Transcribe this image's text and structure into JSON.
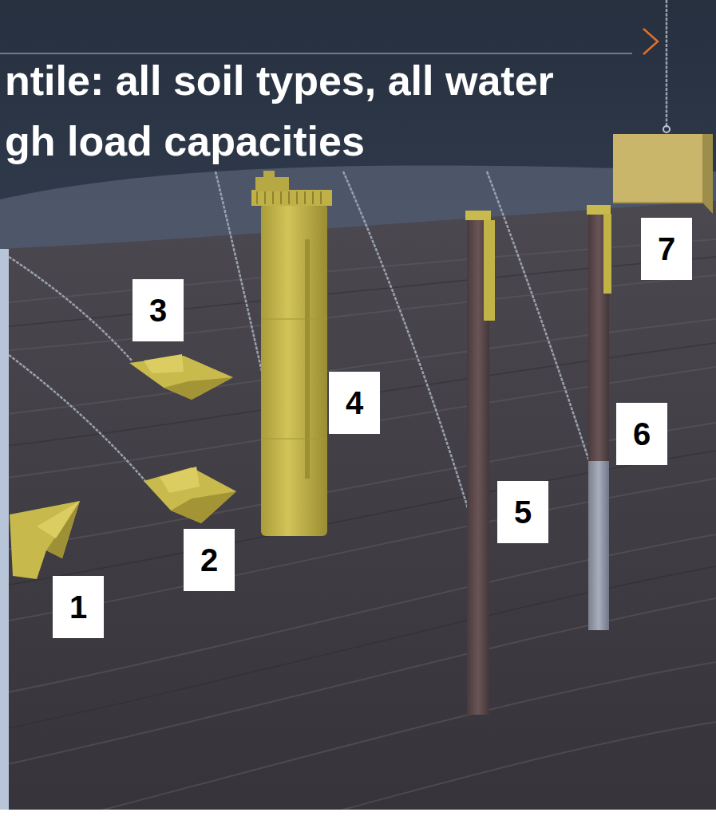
{
  "diagram": {
    "title": "ntile: all soil types, all water gh load capacities",
    "nodes": [
      {
        "text": [
          "1"
        ]
      },
      {
        "text": [
          "2"
        ]
      },
      {
        "text": [
          "3"
        ]
      },
      {
        "text": [
          "4"
        ]
      },
      {
        "text": [
          "5"
        ]
      },
      {
        "text": [
          "6"
        ]
      },
      {
        "text": [
          "7"
        ]
      }
    ]
  }
}
